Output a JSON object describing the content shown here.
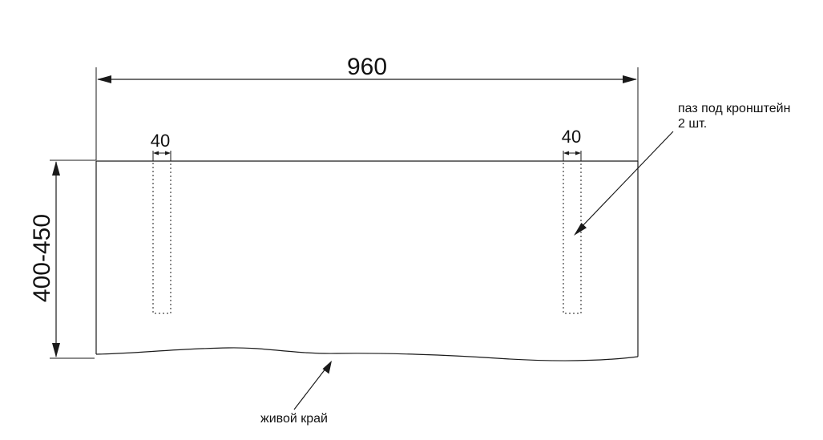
{
  "drawing": {
    "width_label": "960",
    "height_label": "400-450",
    "slot_left_width_label": "40",
    "slot_right_width_label": "40",
    "slot_note_line1": "паз под кронштейн",
    "slot_note_line2": "2 шт.",
    "edge_note": "живой край"
  }
}
